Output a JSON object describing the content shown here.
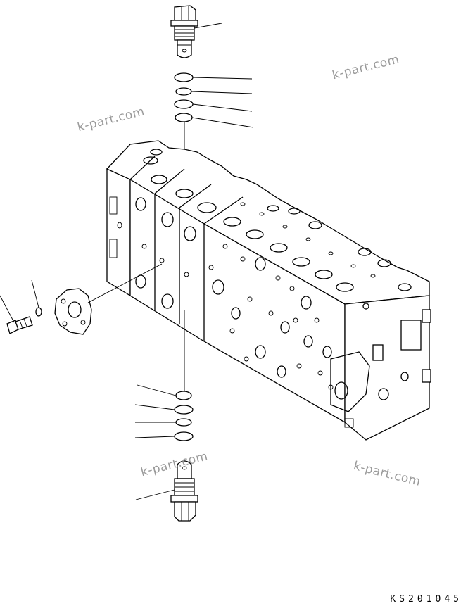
{
  "watermarks": [
    "k-part.com",
    "k-part.com",
    "k-part.com",
    "k-part.com"
  ],
  "drawing_code": "KS201045"
}
